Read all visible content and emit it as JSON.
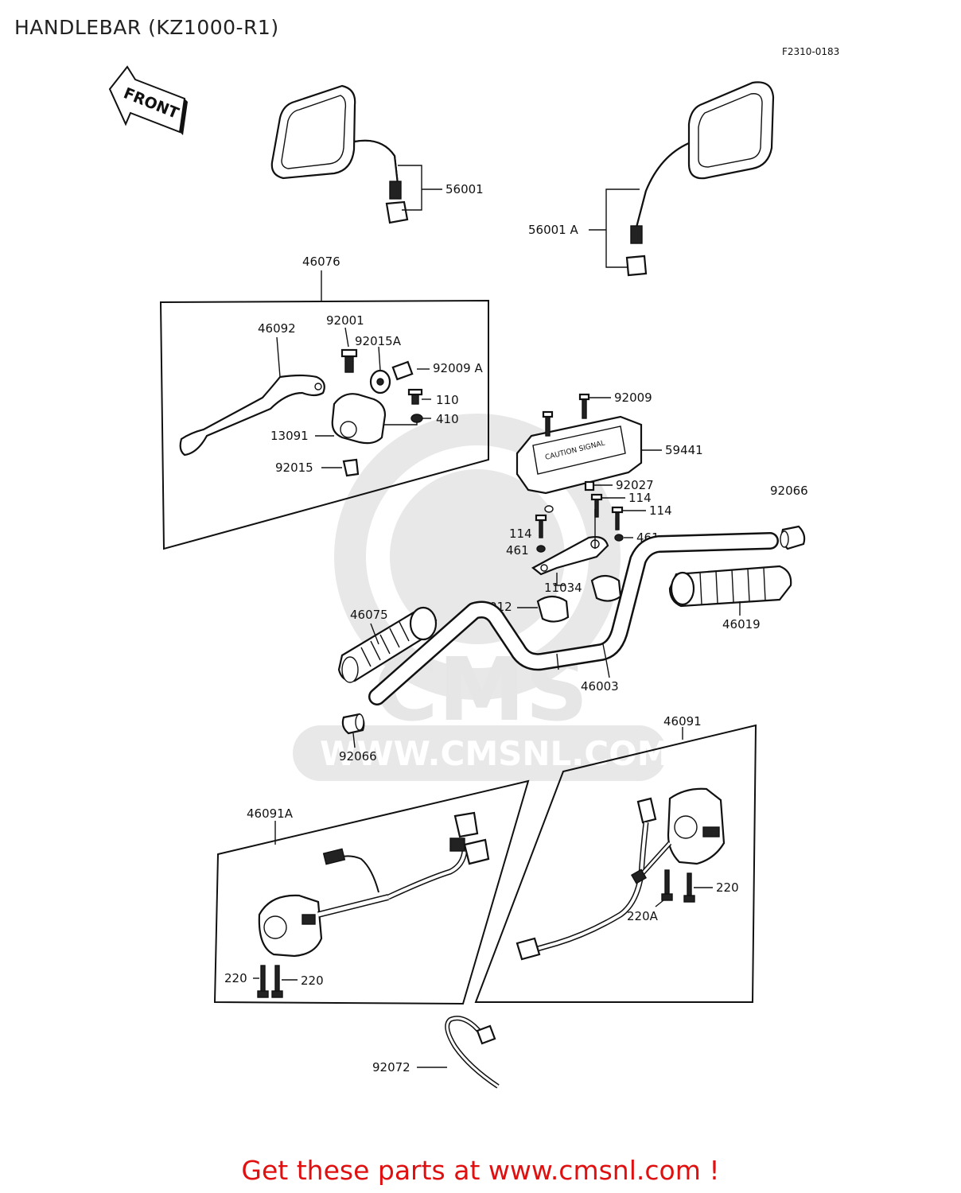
{
  "header": {
    "title": "HANDLEBAR (KZ1000-R1)",
    "figure_code": "F2310-0183"
  },
  "orientation": {
    "label": "FRONT"
  },
  "watermark": {
    "logo_text": "CMS",
    "url_text": "WWW.CMSNL.COM"
  },
  "callouts": {
    "c56001": "56001",
    "c56001A": "56001 A",
    "c46076": "46076",
    "c46092": "46092",
    "c92001": "92001",
    "c92015A": "92015A",
    "c92009A": "92009 A",
    "c110": "110",
    "c410": "410",
    "c13091": "13091",
    "c92015": "92015",
    "c92009": "92009",
    "c59441": "59441",
    "c92027": "92027",
    "c114a": "114",
    "c114b": "114",
    "c114c": "114",
    "c92066a": "92066",
    "c461a": "461",
    "c461b": "461",
    "c11034": "11034",
    "c46012": "46012",
    "c46075": "46075",
    "c46019": "46019",
    "c46003": "46003",
    "c92066b": "92066",
    "c46091": "46091",
    "c46091A": "46091A",
    "c220a": "220",
    "c220A": "220A",
    "c220b": "220",
    "c220c": "220",
    "c92072": "92072"
  },
  "footer": {
    "cta": "Get these parts at www.cmsnl.com !",
    "cta_color": "#e01010"
  }
}
